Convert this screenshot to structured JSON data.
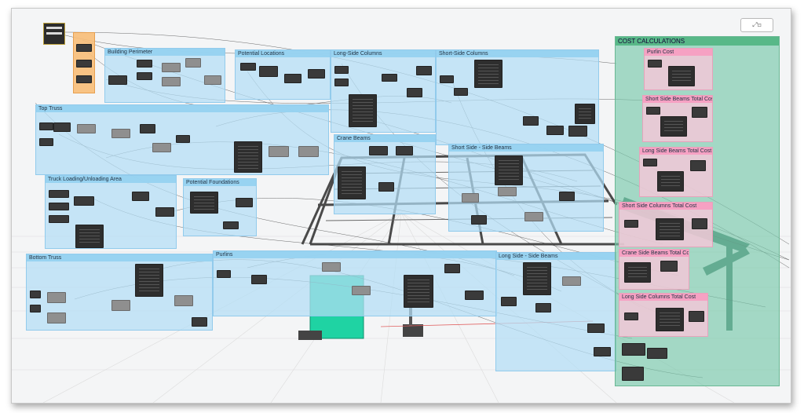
{
  "workspace": {
    "view_button_label": "⤢⊡",
    "colors": {
      "group": "#b3def5",
      "cost_group": "#78c8aa",
      "cost_subgroup": "#f2c8d7",
      "node_dark": "#3a3a3a",
      "node_gray": "#8f8f8f",
      "orange_group": "#f8be78"
    }
  },
  "groups": {
    "building_perimeter": "Building Perimeter",
    "potential_locations": "Potential Locations",
    "long_side_columns": "Long-Side Columns",
    "short_side_columns": "Short-Side Columns",
    "top_truss": "Top Truss",
    "crane_beams": "Crane Beams",
    "short_side_side_beams": "Short Side - Side Beams",
    "truck_loading": "Truck Loading/Unloading Area",
    "potential_foundations": "Potential Foundations",
    "bottom_truss": "Bottom Truss",
    "purlins": "Purlins",
    "long_side_side_beams": "Long Side - Side Beams"
  },
  "cost": {
    "title": "COST CALCULATIONS",
    "purlin_cost": "Purlin Cost",
    "short_side_beams_total": "Short Side Beams Total Cost",
    "long_side_beams_total": "Long Side Beams Total Cost",
    "short_side_columns_total": "Short Side Columns Total Cost",
    "crane_side_beams_total": "Crane Side Beams Total Cost",
    "long_side_columns_total": "Long Side Columns Total Cost"
  }
}
